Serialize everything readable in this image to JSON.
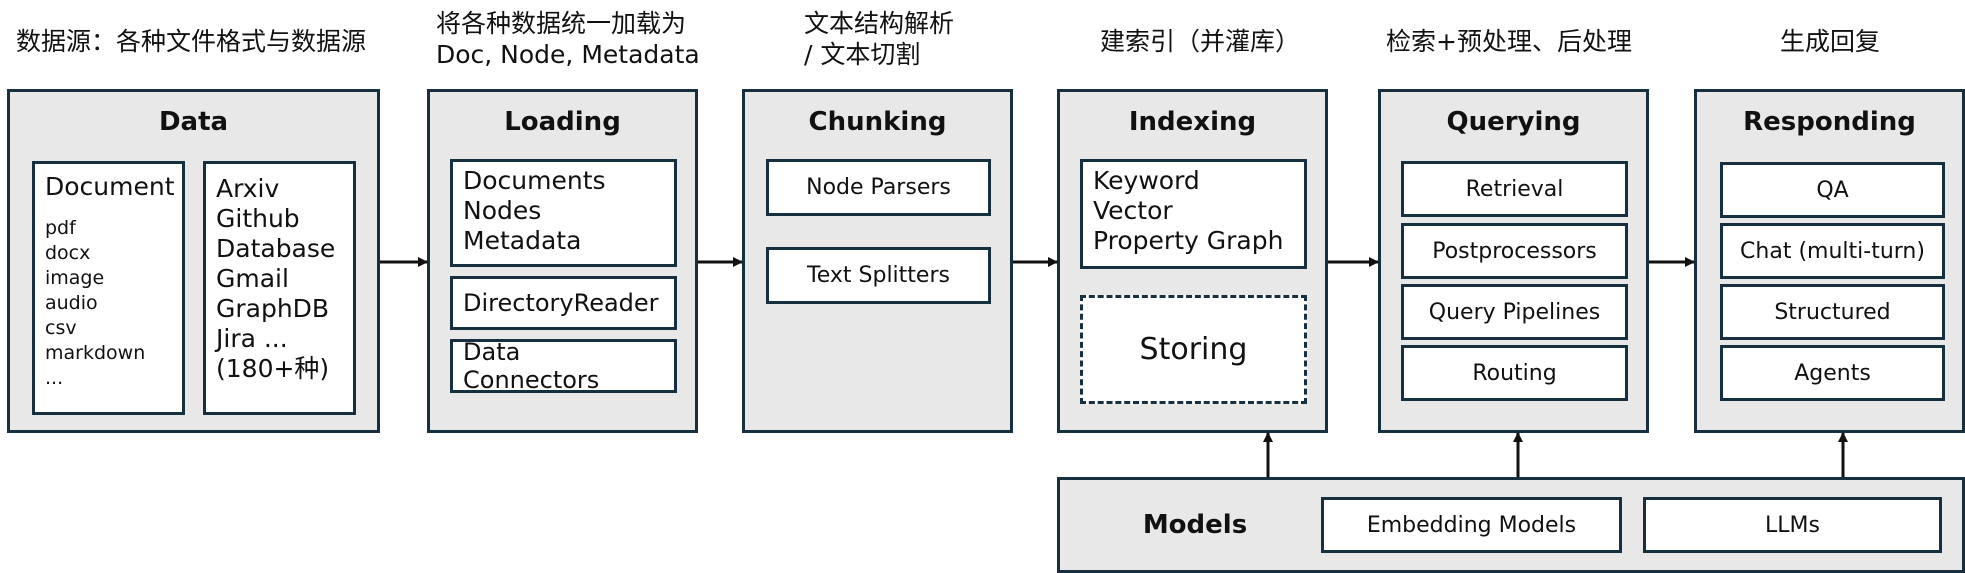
{
  "captions": {
    "data": [
      "数据源：各种文件格式与数据源"
    ],
    "loading": [
      "将各种数据统一加载为",
      "Doc, Node, Metadata"
    ],
    "chunking": [
      "文本结构解析",
      "/ 文本切割"
    ],
    "indexing": [
      "建索引（并灌库）"
    ],
    "querying": [
      "检索+预处理、后处理"
    ],
    "responding": [
      "生成回复"
    ]
  },
  "data_stage": {
    "title": "Data",
    "document_title": "Document",
    "formats": [
      "pdf",
      "docx",
      "image",
      "audio",
      "csv",
      "markdown",
      "..."
    ],
    "sources": [
      "Arxiv",
      "Github",
      "Database",
      "Gmail",
      "GraphDB",
      "Jira ...",
      "(180+种)"
    ]
  },
  "loading_stage": {
    "title": "Loading",
    "objects": [
      "Documents",
      "Nodes",
      "Metadata"
    ],
    "reader": "DirectoryReader",
    "connectors": "Data Connectors"
  },
  "chunking_stage": {
    "title": "Chunking",
    "items": [
      "Node Parsers",
      "Text Splitters"
    ]
  },
  "indexing_stage": {
    "title": "Indexing",
    "index_types": [
      "Keyword",
      "Vector",
      "Property Graph"
    ],
    "storing": "Storing"
  },
  "querying_stage": {
    "title": "Querying",
    "items": [
      "Retrieval",
      "Postprocessors",
      "Query Pipelines",
      "Routing"
    ]
  },
  "responding_stage": {
    "title": "Responding",
    "items": [
      "QA",
      "Chat (multi-turn)",
      "Structured",
      "Agents"
    ]
  },
  "models": {
    "title": "Models",
    "items": [
      "Embedding Models",
      "LLMs"
    ]
  },
  "colors": {
    "stage_fill": "#e8e8e8",
    "border": "#17303f",
    "box_fill": "#ffffff"
  }
}
